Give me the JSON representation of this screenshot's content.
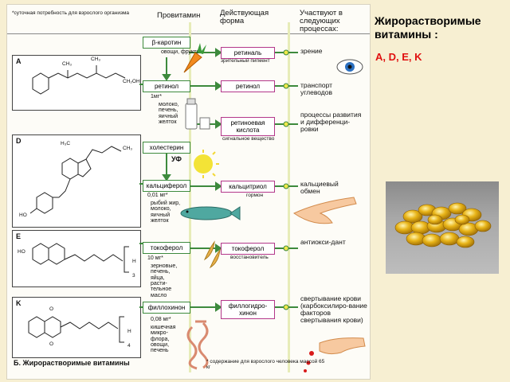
{
  "header": {
    "note": "*суточная потребность для взрослого организма",
    "col_provitamin": "Провитамин",
    "col_active": "Действующая форма",
    "col_process": "Участвуют в следующих процессах:"
  },
  "section_letters": [
    "A",
    "D",
    "E",
    "K"
  ],
  "rows": [
    {
      "provitamin": "β-каротин",
      "source": "овощи, фрукты",
      "active": "ретиналь",
      "active_note": "зрительный пигмент",
      "process": "зрение"
    },
    {
      "provitamin": "ретинол",
      "dose": "1мг*",
      "source": "молоко, печень, яичный желток",
      "active": "ретинол",
      "process": "транспорт углеводов"
    },
    {
      "active": "ретиноевая кислота",
      "active_note": "сигнальное вещество",
      "process": "процессы развития и дифференци-ровки"
    },
    {
      "provitamin": "холестерин",
      "uv": "УФ"
    },
    {
      "provitamin": "кальциферол",
      "dose": "0,01 мг*",
      "source": "рыбий жир, молоко, яичный желток",
      "active": "кальцитриол",
      "active_note": "гормон",
      "process": "кальциевый обмен"
    },
    {
      "provitamin": "токоферол",
      "dose": "10 мг*",
      "source": "зерновые, печень, яйца, расти-тельное масло",
      "active": "токоферол",
      "active_note": "восстановитель",
      "process": "антиокси-дант"
    },
    {
      "provitamin": "филлохинон",
      "dose": "0,08 мг*",
      "source": "кишечная микро-флора, овощи, печень",
      "active": "филлогидро-хинон",
      "process": "свертывание крови (карбоксилиро-вание факторов свертывания крови)"
    }
  ],
  "footer": {
    "caption": "Б. Жирорастворимые витамины",
    "note": "* содержание для взрослого человека массой 65 кг"
  },
  "chem_labels": {
    "ch3": "CH₃",
    "ho": "HO",
    "ch2oh": "CH₂OH",
    "h3c": "H₃C",
    "h": "H",
    "o": "O",
    "three": "3",
    "four": "4"
  },
  "right_panel": {
    "title": "Жирорастворимые витамины :",
    "vitamins": "A,  D,  E,  K"
  },
  "colors": {
    "background": "#f7efd2",
    "title_red": "#e01010",
    "arrow_green": "#3d8a3d",
    "box_magenta": "#b3378a",
    "capsule": "#d9a20f"
  }
}
